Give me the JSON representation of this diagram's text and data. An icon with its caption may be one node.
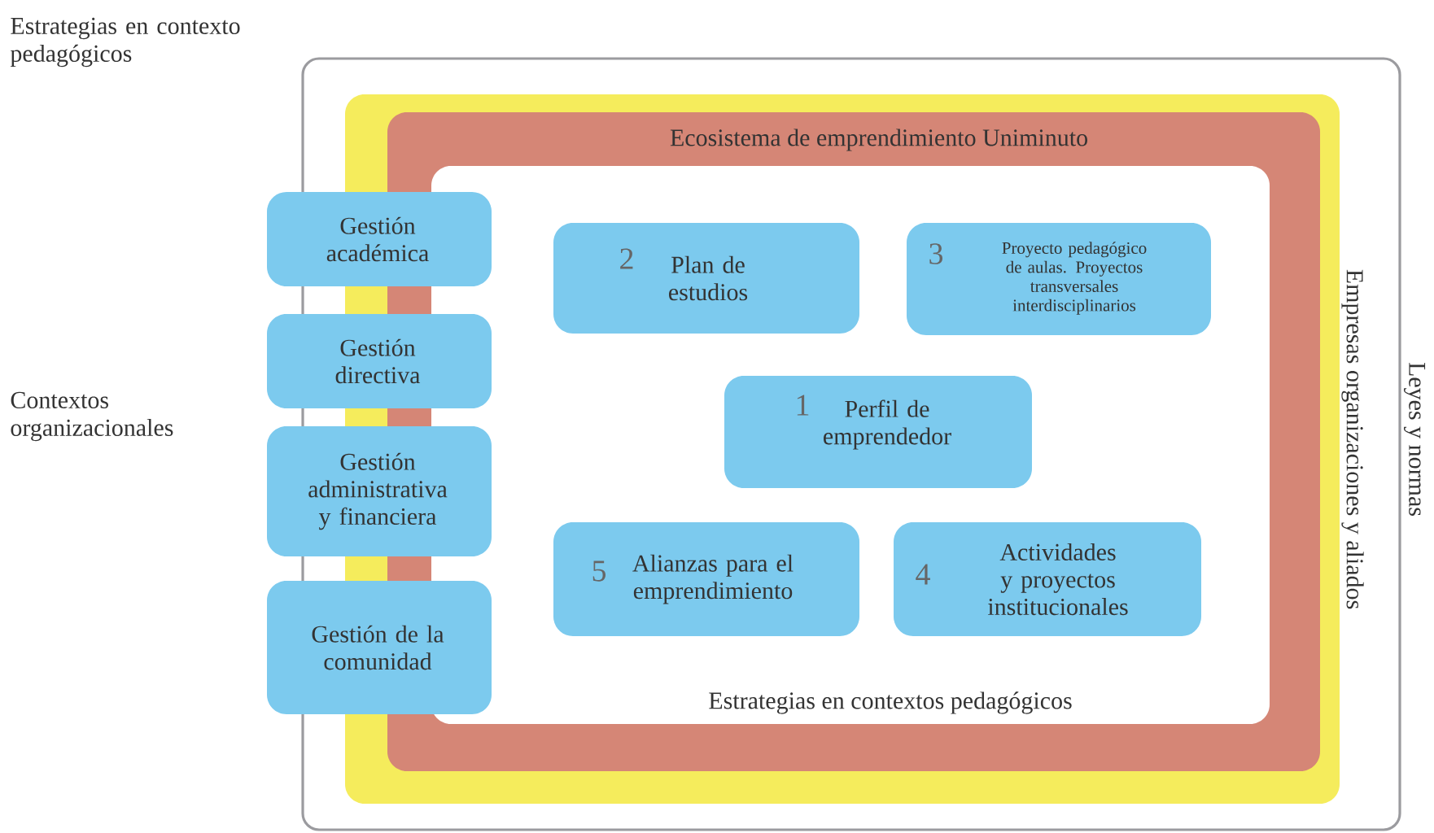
{
  "diagram": {
    "nodes": [
      {
        "text": [
          "Leyes y normas"
        ]
      },
      {
        "text": [
          "Empresas organizaciones y aliados"
        ],
        "in": 0
      },
      {
        "text": [
          "Ecosistema de emprendimiento Uniminuto"
        ],
        "in": 1
      },
      {
        "text": [
          "Estrategias en contextos pedagógicos"
        ],
        "in": 2
      },
      {
        "text": [
          "2",
          "Plan de estudios"
        ],
        "in": 3
      },
      {
        "text": [
          "3",
          "Proyecto pedagógico de aulas. Proyectos transversales interdisciplinarios"
        ],
        "in": 3
      },
      {
        "text": [
          "1",
          "Perfil de emprendedor"
        ],
        "in": 3
      },
      {
        "text": [
          "5",
          "Alianzas para el emprendimiento"
        ],
        "in": 3
      },
      {
        "text": [
          "4",
          "Actividades y proyectos institucionales"
        ],
        "in": 3
      },
      {
        "text": [
          "Gestión académica"
        ]
      },
      {
        "text": [
          "Gestión directiva"
        ]
      },
      {
        "text": [
          "Gestión administrativa y financiera"
        ]
      },
      {
        "text": [
          "Gestión de la comunidad"
        ]
      }
    ],
    "labels": [
      "Estrategias en contexto pedagógicos",
      "Contextos organizacionales"
    ]
  }
}
